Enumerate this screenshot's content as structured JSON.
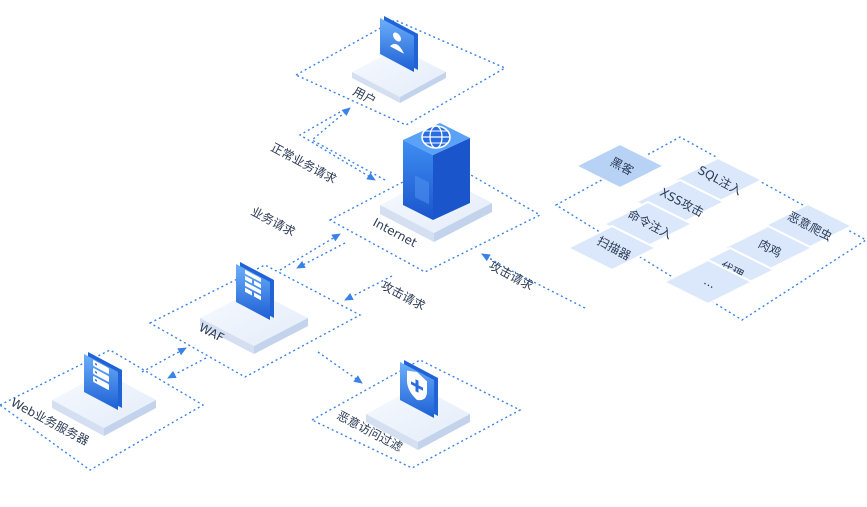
{
  "nodes": {
    "user": "用户",
    "internet": "Internet",
    "waf": "WAF",
    "web_server": "Web业务服务器",
    "malicious_filter": "恶意访问过滤"
  },
  "flows": {
    "normal_request": "正常业务请求",
    "business_request": "业务请求",
    "attack_request_left": "攻击请求",
    "attack_request_right": "攻击请求"
  },
  "threats": {
    "title": "黑客",
    "items": [
      "SQL注入",
      "恶意爬虫",
      "XSS攻击",
      "命令注入",
      "肉鸡",
      "扫描器",
      "代理",
      "..."
    ]
  },
  "colors": {
    "accent": "#3b82e6",
    "icon_top": "#5aa2f7",
    "icon_bottom": "#1f63d6",
    "pedestal": "#eef3fb",
    "threat_tile": "#dbe8fb",
    "threat_title": "#b8d2f6"
  }
}
